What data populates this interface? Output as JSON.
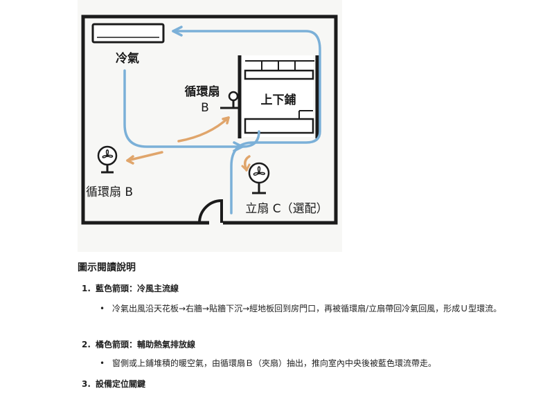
{
  "diagram": {
    "ac_label": "冷氣",
    "bunk_label": "上下鋪",
    "fan_b_top_label_line1": "循環扇",
    "fan_b_top_label_line2": "B",
    "fan_b_left_label": "循環扇 B",
    "fan_c_label": "立扇 C（選配）",
    "colors": {
      "blue": "#7bb0d8",
      "orange": "#e0a56b",
      "wall": "#1b1b1b"
    }
  },
  "legend": {
    "heading": "圖示閱讀說明",
    "items": [
      {
        "num": "1.",
        "title": "藍色箭頭：冷風主流線",
        "bullet": "冷氣出風沿天花板→右牆→貼牆下沉→經地板回到房門口，再被循環扇/立扇帶回冷氣回風，形成Ｕ型環流。"
      },
      {
        "num": "2.",
        "title": "橘色箭頭：輔助熱氣排放線",
        "bullet": "窗側或上鋪堆積的暖空氣，由循環扇Ｂ（夾扇）抽出，推向室內中央後被藍色環流帶走。"
      },
      {
        "num": "3.",
        "title": "設備定位關鍵"
      }
    ]
  }
}
